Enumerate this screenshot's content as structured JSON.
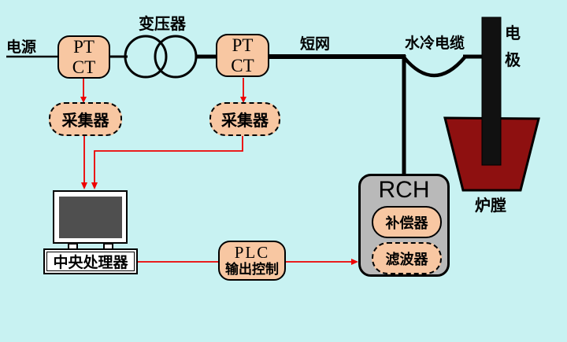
{
  "diagram": {
    "labels": {
      "power": "电源",
      "transformer": "变压器",
      "short_net": "短网",
      "water_cable": "水冷电缆",
      "electrode": "电极",
      "furnace": "炉膛"
    },
    "nodes": {
      "ptct1": {
        "top": "PT",
        "bottom": "CT"
      },
      "ptct2": {
        "top": "PT",
        "bottom": "CT"
      },
      "collector1": {
        "label": "采集器"
      },
      "collector2": {
        "label": "采集器"
      },
      "cpu": {
        "label": "中央处理器"
      },
      "plc": {
        "title": "PLC",
        "subtitle": "输出控制"
      },
      "rch": {
        "title": "RCH",
        "compensator": "补偿器",
        "filter": "滤波器"
      }
    },
    "colors": {
      "background": "#c8f2f2",
      "node_fill": "#f8c7a2",
      "rch_fill": "#b9b9b9",
      "furnace_fill": "#8e1010",
      "screen_fill": "#4f4f4f",
      "signal_line": "#ee0000",
      "power_line": "#000000"
    }
  }
}
